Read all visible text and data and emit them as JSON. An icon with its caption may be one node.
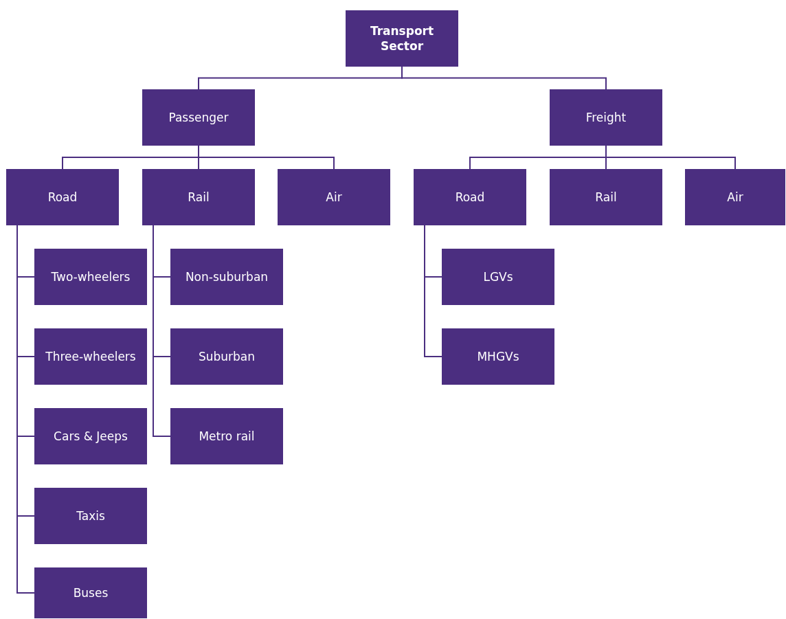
{
  "diagram": {
    "nodes": [
      {
        "text": [
          "Transport Sector"
        ]
      },
      {
        "text": [
          "Passenger"
        ]
      },
      {
        "text": [
          "Freight"
        ]
      },
      {
        "text": [
          "Road"
        ]
      },
      {
        "text": [
          "Rail"
        ]
      },
      {
        "text": [
          "Air"
        ]
      },
      {
        "text": [
          "Road"
        ]
      },
      {
        "text": [
          "Rail"
        ]
      },
      {
        "text": [
          "Air"
        ]
      },
      {
        "text": [
          "Two-wheelers"
        ]
      },
      {
        "text": [
          "Three-wheelers"
        ]
      },
      {
        "text": [
          "Cars & Jeeps"
        ]
      },
      {
        "text": [
          "Taxis"
        ]
      },
      {
        "text": [
          "Buses"
        ]
      },
      {
        "text": [
          "Non-suburban"
        ]
      },
      {
        "text": [
          "Suburban"
        ]
      },
      {
        "text": [
          "Metro rail"
        ]
      },
      {
        "text": [
          "LGVs"
        ]
      },
      {
        "text": [
          "MHGVs"
        ]
      }
    ],
    "edges": [
      {
        "from": 0,
        "to": 1,
        "arrow": "none"
      },
      {
        "from": 0,
        "to": 2,
        "arrow": "none"
      },
      {
        "from": 1,
        "to": 3,
        "arrow": "none"
      },
      {
        "from": 1,
        "to": 4,
        "arrow": "none"
      },
      {
        "from": 1,
        "to": 5,
        "arrow": "none"
      },
      {
        "from": 2,
        "to": 6,
        "arrow": "none"
      },
      {
        "from": 2,
        "to": 7,
        "arrow": "none"
      },
      {
        "from": 2,
        "to": 8,
        "arrow": "none"
      },
      {
        "from": 3,
        "to": 9,
        "arrow": "none"
      },
      {
        "from": 3,
        "to": 10,
        "arrow": "none"
      },
      {
        "from": 3,
        "to": 11,
        "arrow": "none"
      },
      {
        "from": 3,
        "to": 12,
        "arrow": "none"
      },
      {
        "from": 3,
        "to": 13,
        "arrow": "none"
      },
      {
        "from": 4,
        "to": 14,
        "arrow": "none"
      },
      {
        "from": 4,
        "to": 15,
        "arrow": "none"
      },
      {
        "from": 4,
        "to": 16,
        "arrow": "none"
      },
      {
        "from": 6,
        "to": 17,
        "arrow": "none"
      },
      {
        "from": 6,
        "to": 18,
        "arrow": "none"
      }
    ]
  }
}
